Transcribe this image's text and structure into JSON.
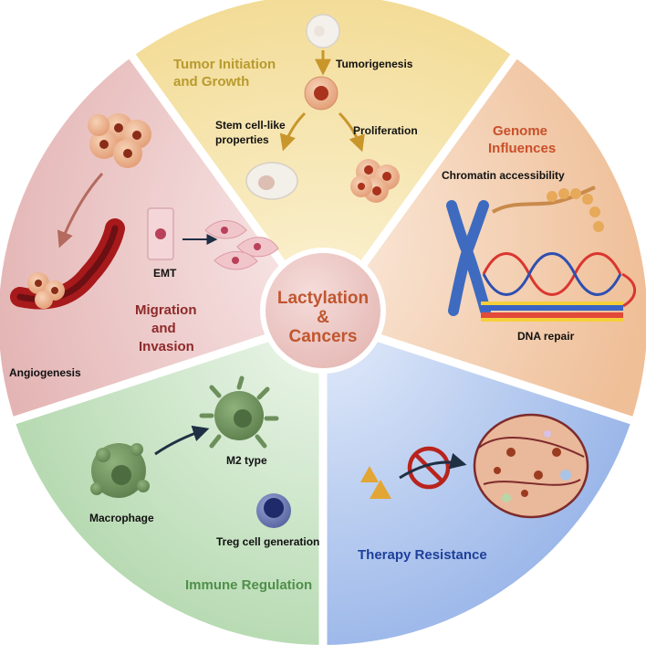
{
  "center": {
    "line1": "Lactylation",
    "line2": "&",
    "line3": "Cancers"
  },
  "segments": {
    "tumor": {
      "title_line1": "Tumor Initiation",
      "title_line2": "and Growth",
      "tumorigenesis": "Tumorigenesis",
      "stem_line1": "Stem cell-like",
      "stem_line2": "properties",
      "proliferation": "Proliferation"
    },
    "genome": {
      "title_line1": "Genome",
      "title_line2": "Influences",
      "chromatin": "Chromatin accessibility",
      "dna_repair": "DNA repair"
    },
    "therapy": {
      "title": "Therapy Resistance"
    },
    "immune": {
      "title": "Immune Regulation",
      "m2": "M2 type",
      "macrophage": "Macrophage",
      "treg": "Treg cell generation"
    },
    "migration": {
      "title_line1": "Migration",
      "title_line2": "and",
      "title_line3": "Invasion",
      "emt": "EMT",
      "angiogenesis": "Angiogenesis"
    }
  },
  "colors": {
    "tumor_bg": "#f6e7b4",
    "genome_bg": "#f3d3b8",
    "therapy_bg": "#bfd1f0",
    "immune_bg": "#cfe6cd",
    "migration_bg": "#efcfcf",
    "center_bg": "#ecc9c6",
    "center_text": "#c0562f",
    "tumor_title": "#b89a2e",
    "genome_title": "#c8502a",
    "therapy_title": "#1f3f9a",
    "immune_title": "#4f8f4a",
    "migration_title": "#8e2a2a"
  }
}
